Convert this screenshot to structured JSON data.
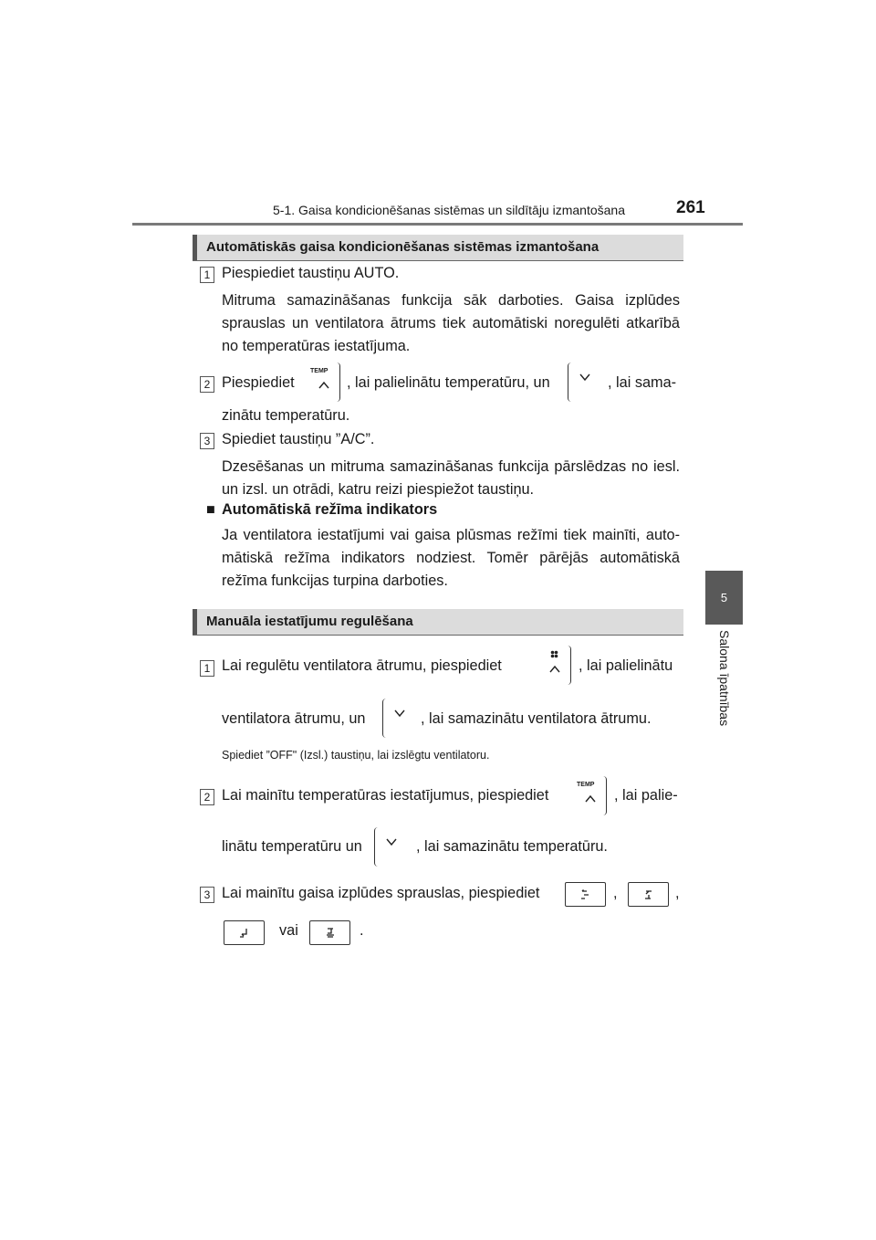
{
  "header": {
    "title": "5-1. Gaisa kondicionēšanas sistēmas un sildītāju izmantošana",
    "page_number": "261"
  },
  "side": {
    "tab_number": "5",
    "label": "Salona īpatnības"
  },
  "section1": {
    "title": "Automātiskās gaisa kondicionēšanas sistēmas izmantošana",
    "step1": {
      "num": "1",
      "text": "Piespiediet taustiņu AUTO.",
      "para": "Mitruma samazināšanas funkcija sāk darboties. Gaisa izplūdes sprauslas un ventilatora ātrums tiek automātiski noregulēti atkarībā no temperatūras iestatījuma."
    },
    "step2": {
      "num": "2",
      "a": "Piespiediet",
      "b": ", lai palielinātu temperatūru, un",
      "c": ", lai sama-",
      "d": "zinātu temperatūru."
    },
    "step3": {
      "num": "3",
      "text": "Spiediet taustiņu ”A/C”.",
      "para": "Dzesēšanas un mitruma samazināšanas funkcija pārslēdzas no iesl. un izsl. un otrādi, katru reizi piespiežot taustiņu."
    },
    "note": {
      "marker": "■",
      "title": "Automātiskā režīma indikators",
      "text": "Ja ventilatora iestatījumi vai gaisa plūsmas režīmi tiek mainīti, auto­mātiskā režīma indikators nodziest. Tomēr pārējās automātiskā režīma funkcijas turpina darboties."
    }
  },
  "section2": {
    "title": "Manuāla iestatījumu regulēšana",
    "step1": {
      "num": "1",
      "a": "Lai regulētu ventilatora ātrumu, piespiediet",
      "b": ", lai palielinātu",
      "c": "ventilatora ātrumu, un",
      "d": ", lai samazinātu ventilatora ātrumu.",
      "small": "Spiediet ”OFF\" (Izsl.) taustiņu, lai izslēgtu ventilatoru."
    },
    "step2": {
      "num": "2",
      "a": "Lai mainītu temperatūras iestatījumus, piespiediet",
      "b": ", lai palie-",
      "c": "linātu temperatūru un",
      "d": ", lai samazinātu temperatūru."
    },
    "step3": {
      "num": "3",
      "a": "Lai mainītu gaisa izplūdes sprauslas, piespiediet",
      "comma1": ",",
      "comma2": ",",
      "vai": "vai",
      "end": "."
    }
  },
  "icons": {
    "temp_label": "TEMP"
  }
}
